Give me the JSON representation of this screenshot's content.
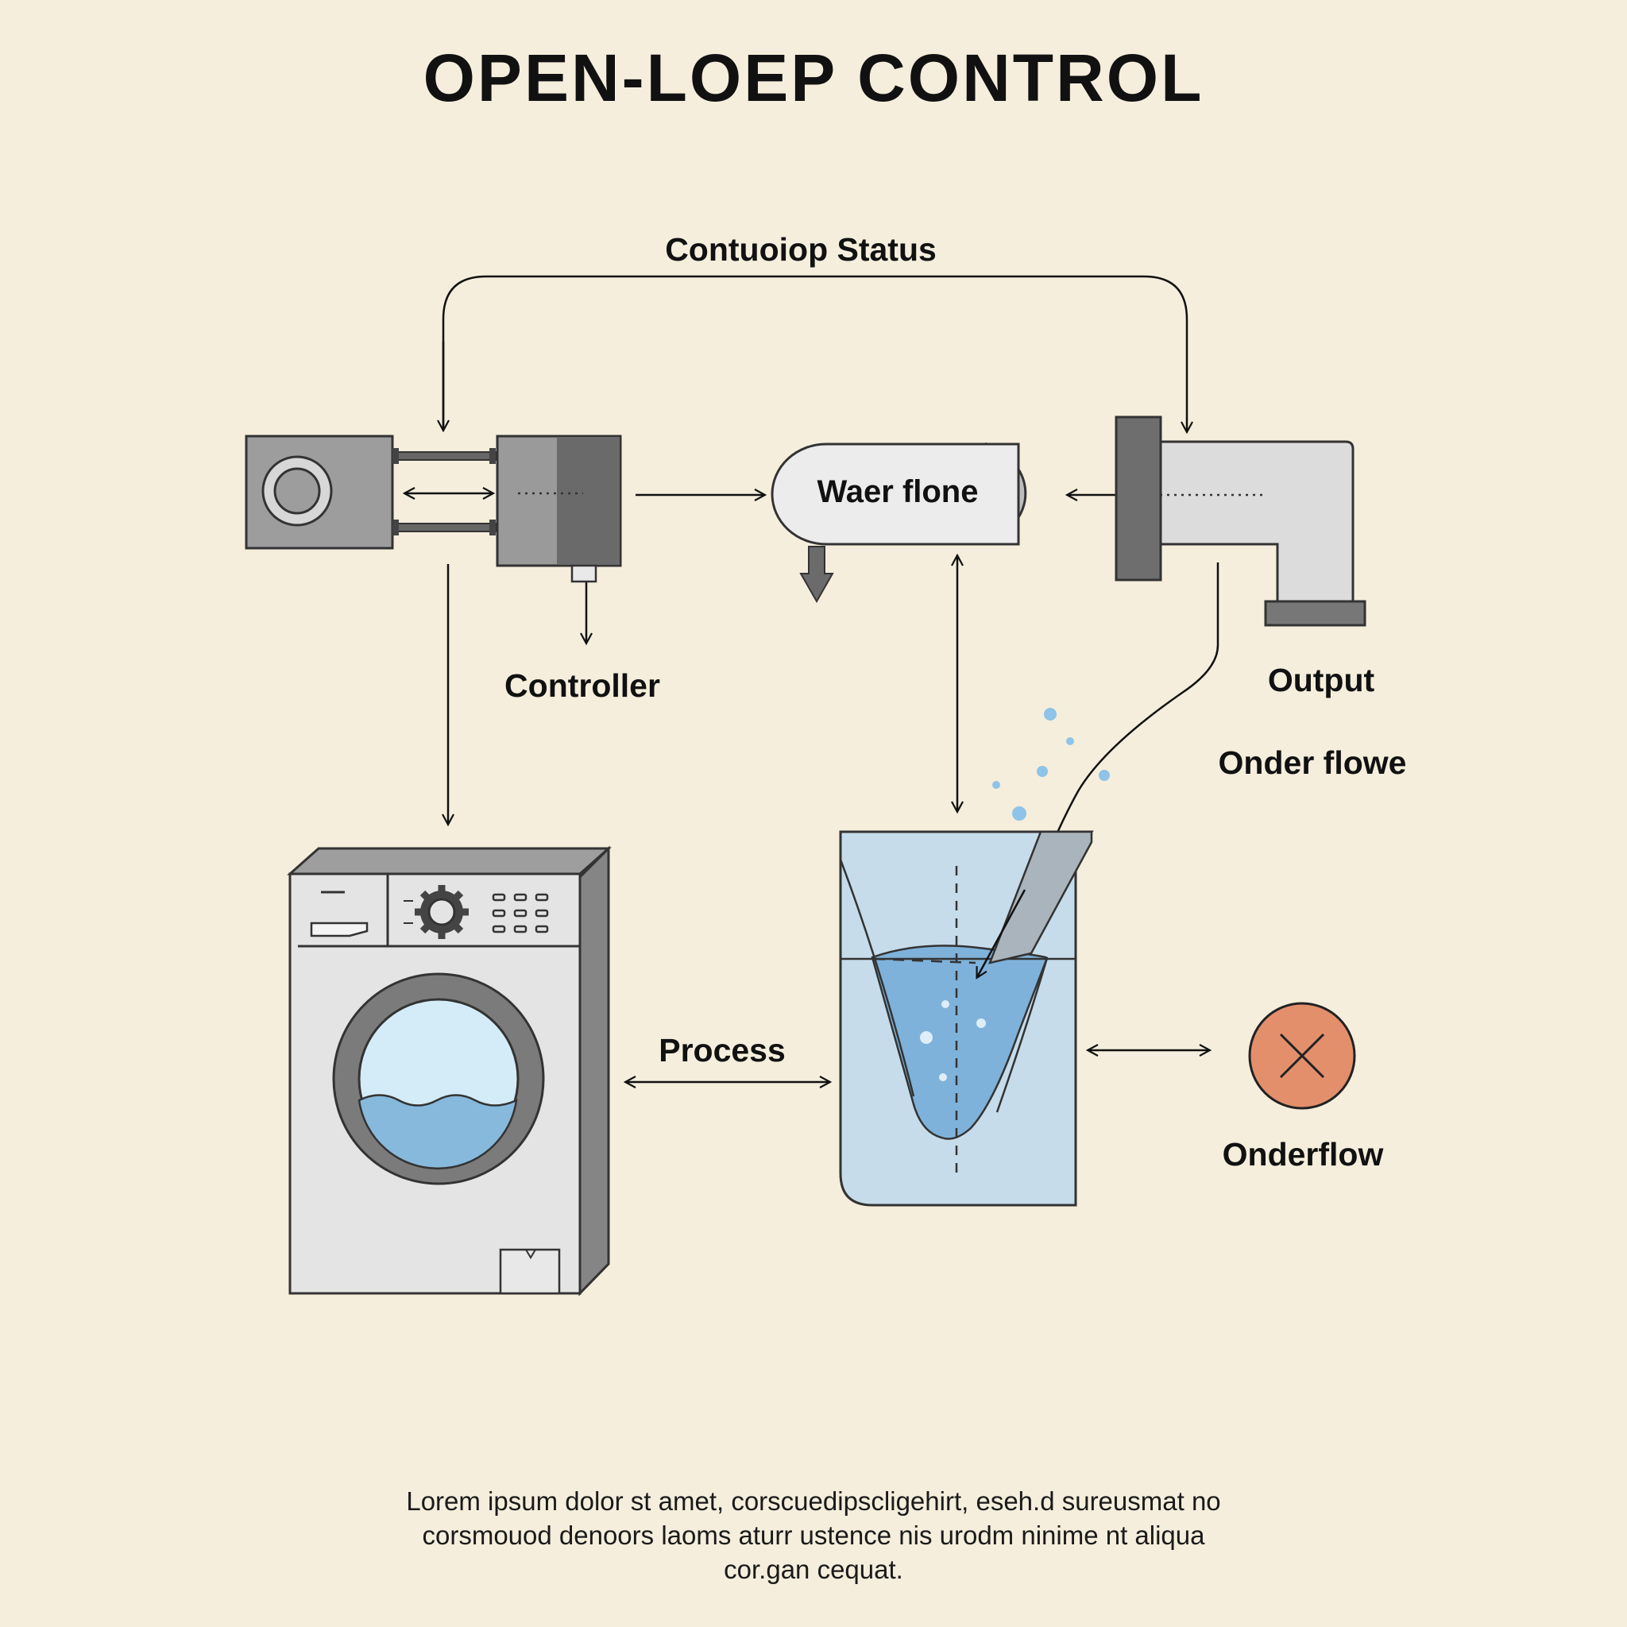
{
  "title": "OPEN-LOEP CONTROL",
  "labels": {
    "loop_status": "Contuoiop Status",
    "water_flow": "Waer flone",
    "controller": "Controller",
    "output": "Output",
    "onder_flowe": "Onder flowe",
    "process": "Process",
    "onderflow": "Onderflow"
  },
  "caption": [
    "Lorem ipsum dolor st amet, corscuedipscligehirt, eseh.d sureusmat no",
    "corsmouod denoors laoms aturr ustence nis urodm ninime nt aliqua",
    "cor.gan cequat."
  ],
  "colors": {
    "background": "#f5eedc",
    "water": "#8fbcdf",
    "metal": "#9a9a9a",
    "error": "#e38f6c"
  },
  "icons": {
    "onderflow_status": "close-x-icon",
    "washer_panel": "gear-icon"
  }
}
